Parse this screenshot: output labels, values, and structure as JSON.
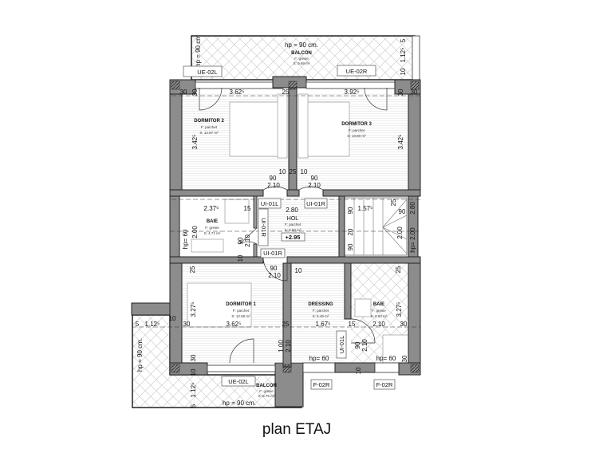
{
  "title": "plan ETAJ",
  "rooms": {
    "balcon_top": {
      "name": "BALCON",
      "floor": "F: gresie",
      "area": "S: 9.69 m²",
      "hp": "hp = 90 cm.",
      "hp_side": "hp = 90 cm"
    },
    "dormitor2": {
      "name": "DORMITOR 2",
      "floor": "F: parchet",
      "area": "S: 12.87 m²"
    },
    "dormitor3": {
      "name": "DORMITOR 3",
      "floor": "F: parchet",
      "area": "S: 13.80 m²"
    },
    "baie_left": {
      "name": "BAIE",
      "floor": "F: gresie",
      "area": "S: 4.71 m²"
    },
    "hol": {
      "name": "HOL",
      "floor": "F: parchet",
      "area": "S: 5.60 m²",
      "level": "+2.95"
    },
    "dormitor1": {
      "name": "DORMITOR 1",
      "floor": "F: parchet",
      "area": "S: 12.58 m²"
    },
    "dressing": {
      "name": "DRESSING",
      "floor": "F: parchet",
      "area": "S: 5.49 m²"
    },
    "baie_right": {
      "name": "BAIE",
      "floor": "F: gresie",
      "area": "S: 6.80 m²"
    },
    "balcon_bottom": {
      "name": "BALCON",
      "floor": "F: gresie",
      "area": "S: 8.75 m²",
      "hp": "hp = 90 cm.",
      "hp_side": "hp = 90 cm."
    }
  },
  "tags": [
    "UE-02L",
    "UE-02R",
    "UI-01L",
    "UI-01R",
    "UI-01R",
    "UI-01R",
    "UI-01L",
    "UE-02L",
    "F-02R",
    "F-02R"
  ],
  "dims": [
    "30",
    "30",
    "3.62⁵",
    "25",
    "3.92⁵",
    "30",
    "30",
    "3.42⁵",
    "3.42⁵",
    "10",
    "25",
    "10",
    "90",
    "2.10",
    "90",
    "2.10",
    "2.37⁵",
    "15",
    "2.80",
    "1.57⁵",
    "25",
    "90",
    "90",
    "20",
    "90",
    "2.80",
    "2.00",
    "hp= 2.00",
    "hp= 60",
    "2.00",
    "90",
    "2.10",
    "10",
    "90",
    "2.10",
    "10",
    "25",
    "25",
    "5",
    "1.12⁵",
    "30",
    "3.62⁵",
    "25",
    "1.67⁵",
    "15",
    "2.10",
    "30",
    "10",
    "3.27⁵",
    "3.27⁵",
    "1.00",
    "2.10",
    "90",
    "2.10",
    "hp= 60",
    "hp= 60",
    "10",
    "30",
    "30",
    "10",
    "1.12⁵",
    "5",
    "1.12⁵",
    "10",
    "5"
  ]
}
